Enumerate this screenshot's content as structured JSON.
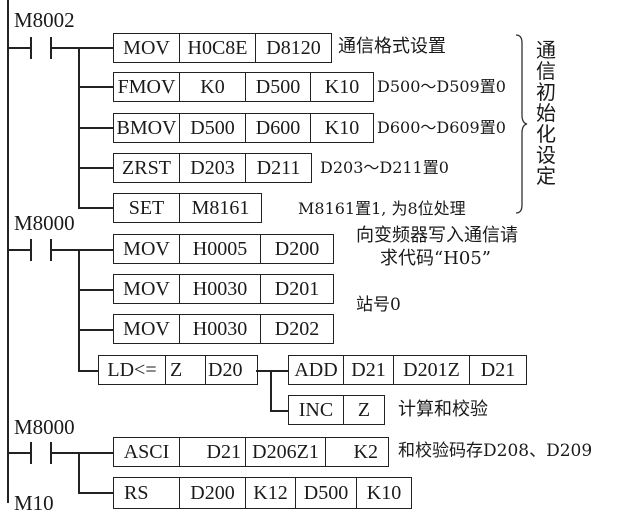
{
  "rungs": [
    {
      "contact": "M8002",
      "instructions": [
        {
          "cells": [
            "MOV",
            "H0C8E",
            "D8120"
          ],
          "comment": "通信格式设置"
        },
        {
          "cells": [
            "FMOV",
            "K0",
            "D500",
            "K10"
          ],
          "comment": "D500～D509置0"
        },
        {
          "cells": [
            "BMOV",
            "D500",
            "D600",
            "K10"
          ],
          "comment": "D600～D609置0"
        },
        {
          "cells": [
            "ZRST",
            "D203",
            "D211"
          ],
          "comment": "D203～D211置0"
        },
        {
          "cells": [
            "SET",
            "M8161"
          ],
          "comment": "M8161置1, 为8位处理"
        }
      ],
      "group_label": [
        "通",
        "信",
        "初",
        "始",
        "化",
        "设",
        "定"
      ]
    },
    {
      "contact": "M8000",
      "instructions": [
        {
          "cells": [
            "MOV",
            "H0005",
            "D200"
          ],
          "comment_lines": [
            "向变频器写入通信请",
            "求代码“H05”"
          ]
        },
        {
          "cells": [
            "MOV",
            "H0030",
            "D201"
          ],
          "comment": ""
        },
        {
          "cells": [
            "MOV",
            "H0030",
            "D202"
          ],
          "comment": "站号0"
        }
      ],
      "compare": {
        "cells": [
          "LD<=",
          "Z",
          "D20"
        ]
      },
      "compare_outputs": [
        {
          "cells": [
            "ADD",
            "D21",
            "D201Z",
            "D21"
          ]
        },
        {
          "cells": [
            "INC",
            "Z"
          ],
          "comment": "计算和校验"
        }
      ]
    },
    {
      "contact": "M8000",
      "instructions": [
        {
          "cells": [
            "ASCI",
            "D21",
            "D206Z1",
            "K2"
          ],
          "comment": "和校验码存D208、D209"
        },
        {
          "cells": [
            "RS",
            "D200",
            "K12",
            "D500",
            "K10"
          ]
        }
      ]
    },
    {
      "contact": "M10"
    }
  ]
}
